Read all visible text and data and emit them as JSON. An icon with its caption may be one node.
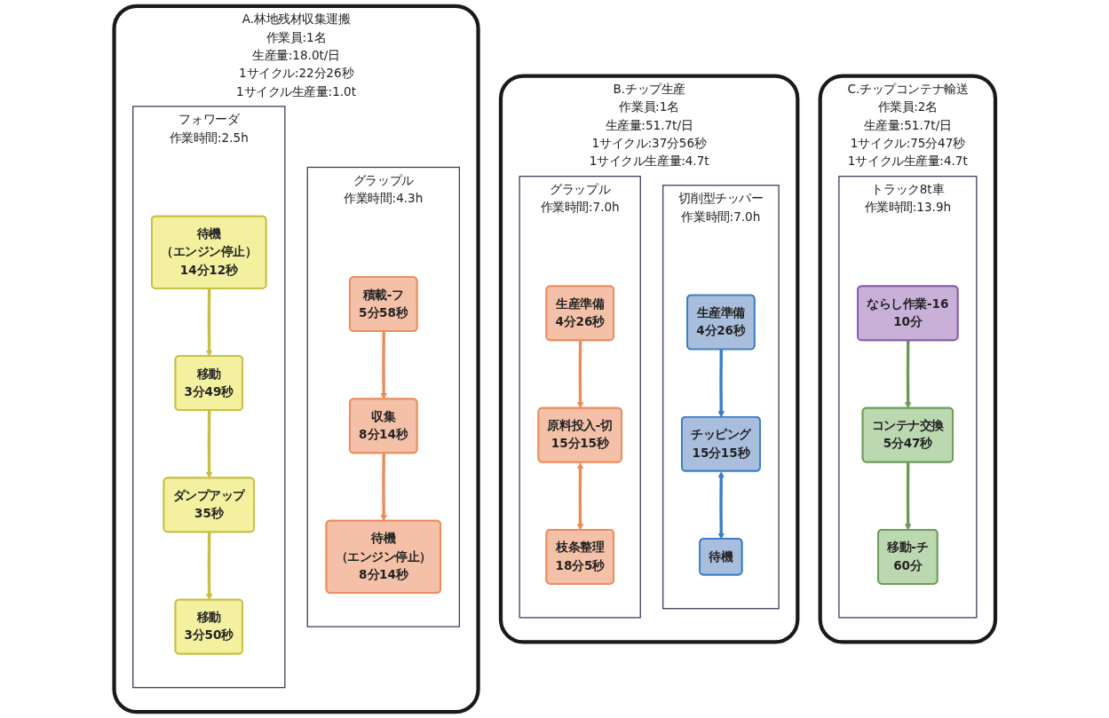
{
  "diagram": {
    "nodes": [
      {
        "text": [
          "A.林地残材収集運搬",
          "作業員:1名",
          "生産量:18.0t/日",
          "1サイクル:22分26秒",
          "1サイクル生産量:1.0t"
        ]
      },
      {
        "text": [
          "フォワーダ",
          "作業時間:2.5h"
        ],
        "in": 0
      },
      {
        "text": [
          "待機",
          "（エンジン停止）",
          "14分12秒"
        ],
        "in": 1
      },
      {
        "text": [
          "移動",
          "3分49秒"
        ],
        "in": 1
      },
      {
        "text": [
          "ダンプアップ",
          "35秒"
        ],
        "in": 1
      },
      {
        "text": [
          "移動",
          "3分50秒"
        ],
        "in": 1
      },
      {
        "text": [
          "グラップル",
          "作業時間:4.3h"
        ],
        "in": 0
      },
      {
        "text": [
          "積載-フ",
          "5分58秒"
        ],
        "in": 6
      },
      {
        "text": [
          "収集",
          "8分14秒"
        ],
        "in": 6
      },
      {
        "text": [
          "待機",
          "（エンジン停止）",
          "8分14秒"
        ],
        "in": 6
      },
      {
        "text": [
          "B.チップ生産",
          "作業員:1名",
          "生産量:51.7t/日",
          "1サイクル:37分56秒",
          "1サイクル生産量:4.7t"
        ]
      },
      {
        "text": [
          "グラップル",
          "作業時間:7.0h"
        ],
        "in": 10
      },
      {
        "text": [
          "生産準備",
          "4分26秒"
        ],
        "in": 11
      },
      {
        "text": [
          "原料投入-切",
          "15分15秒"
        ],
        "in": 11
      },
      {
        "text": [
          "枝条整理",
          "18分5秒"
        ],
        "in": 11
      },
      {
        "text": [
          "切削型チッパー",
          "作業時間:7.0h"
        ],
        "in": 10
      },
      {
        "text": [
          "生産準備",
          "4分26秒"
        ],
        "in": 15
      },
      {
        "text": [
          "チッピング",
          "15分15秒"
        ],
        "in": 15
      },
      {
        "text": [
          "待機"
        ],
        "in": 15
      },
      {
        "text": [
          "C.チップコンテナ輸送",
          "作業員:2名",
          "生産量:51.7t/日",
          "1サイクル:75分47秒",
          "1サイクル生産量:4.7t"
        ]
      },
      {
        "text": [
          "トラック8t車",
          "作業時間:13.9h"
        ],
        "in": 19
      },
      {
        "text": [
          "ならし作業-16",
          "10分"
        ],
        "in": 20
      },
      {
        "text": [
          "コンテナ交換",
          "5分47秒"
        ],
        "in": 20
      },
      {
        "text": [
          "移動-チ",
          "60分"
        ],
        "in": 20
      }
    ],
    "edges": [
      {
        "from": 2,
        "to": 3,
        "arrow": "to",
        "color": "#c8c040"
      },
      {
        "from": 3,
        "to": 4,
        "arrow": "to",
        "color": "#c8c040"
      },
      {
        "from": 4,
        "to": 5,
        "arrow": "to",
        "color": "#c8c040"
      },
      {
        "from": 7,
        "to": 8,
        "arrow": "to"
      },
      {
        "from": 8,
        "to": 9,
        "arrow": "to"
      },
      {
        "from": 12,
        "to": 13,
        "arrow": "to"
      },
      {
        "from": 13,
        "to": 14,
        "arrow": "both"
      },
      {
        "from": 16,
        "to": 17,
        "arrow": "to",
        "color": "#3a7ec8"
      },
      {
        "from": 17,
        "to": 18,
        "arrow": "both",
        "color": "#3a7ec8"
      },
      {
        "from": 21,
        "to": 22,
        "arrow": "to",
        "color": "#6a9a5a"
      },
      {
        "from": 22,
        "to": 23,
        "arrow": "to",
        "color": "#6a9a5a"
      }
    ]
  }
}
